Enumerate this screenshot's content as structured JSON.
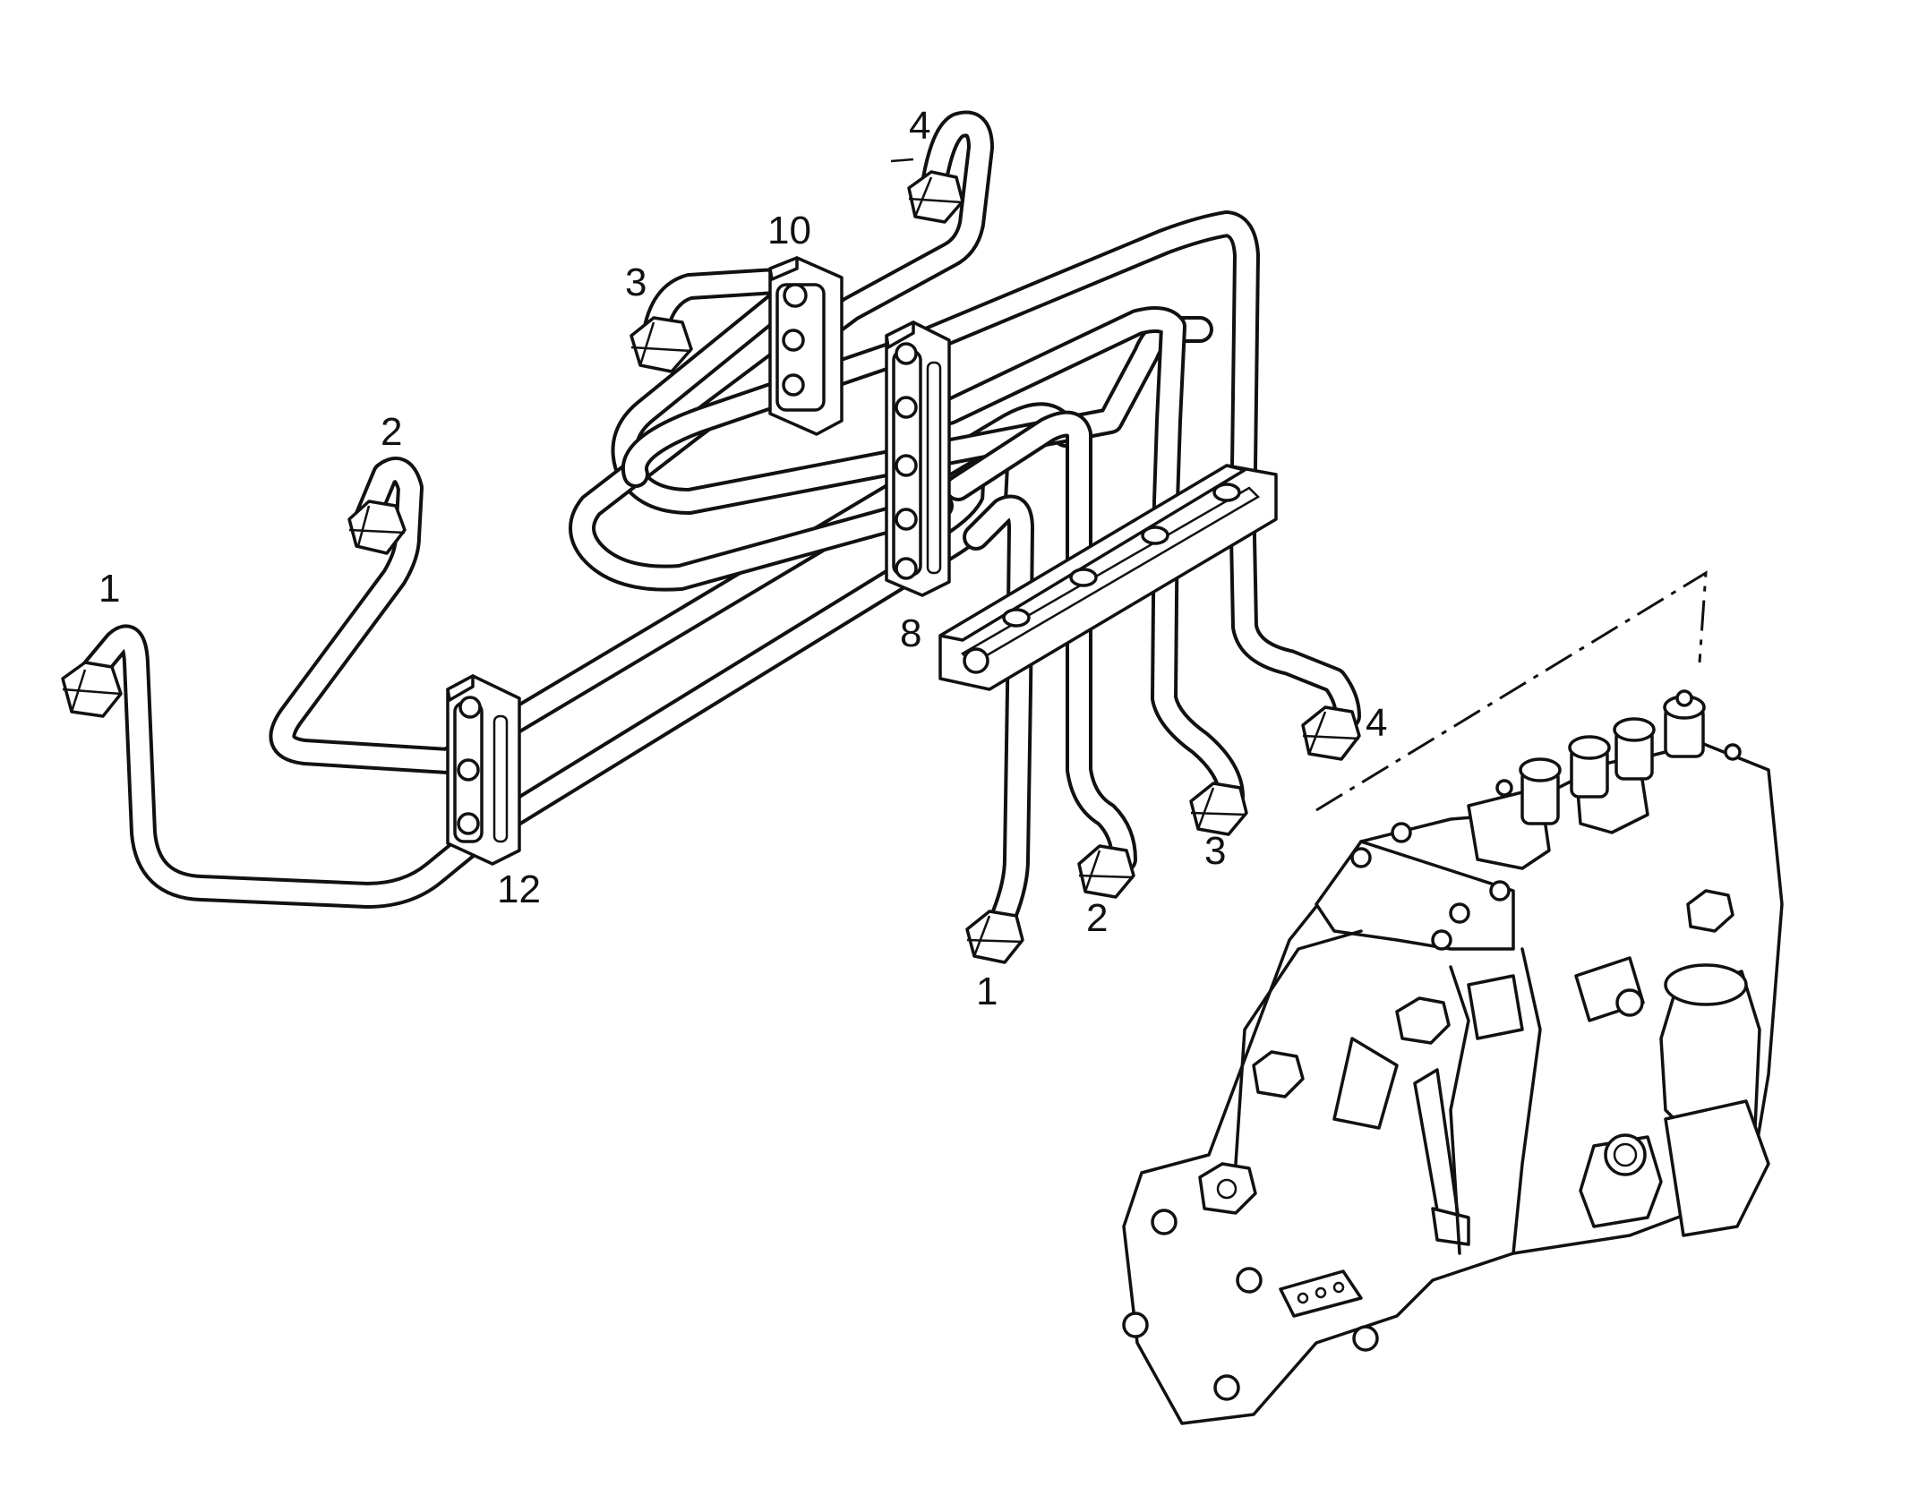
{
  "diagram": {
    "labels": {
      "top_pipe_4": "4",
      "clamp_10": "10",
      "top_pipe_3": "3",
      "left_pipe_2": "2",
      "left_pipe_1": "1",
      "clamp_8": "8",
      "clamp_12": "12",
      "bottom_pipe_4": "4",
      "bottom_pipe_3": "3",
      "bottom_pipe_2": "2",
      "bottom_pipe_1": "1"
    }
  }
}
